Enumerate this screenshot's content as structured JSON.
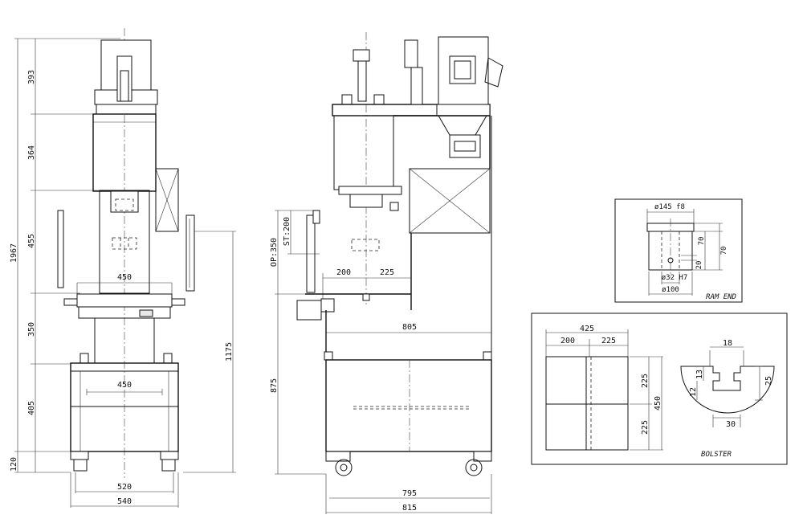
{
  "front_view": {
    "height_dims": [
      "393",
      "364",
      "455",
      "350",
      "405",
      "120"
    ],
    "total_height": "1967",
    "right_height": "1175",
    "table_width_top": "450",
    "base_width_inner": "450",
    "base_width_520": "520",
    "base_width_540": "540"
  },
  "side_view": {
    "op": "OP:350",
    "stroke": "ST:200",
    "throat_200": "200",
    "throat_225": "225",
    "depth_805": "805",
    "height_875": "875",
    "base_795": "795",
    "base_815": "815"
  },
  "ram_end": {
    "label": "RAM END",
    "dia_145": "ø145 f8",
    "dia_32": "ø32 H7",
    "dia_100": "ø100",
    "h_70a": "70",
    "h_70b": "70",
    "h_20": "20"
  },
  "bolster": {
    "label": "BOLSTER",
    "w_425": "425",
    "w_200": "200",
    "w_225": "225",
    "h_225a": "225",
    "h_225b": "225",
    "h_450": "450",
    "slot_18": "18",
    "slot_13": "13",
    "slot_12": "12",
    "slot_25": "25",
    "slot_30": "30"
  }
}
